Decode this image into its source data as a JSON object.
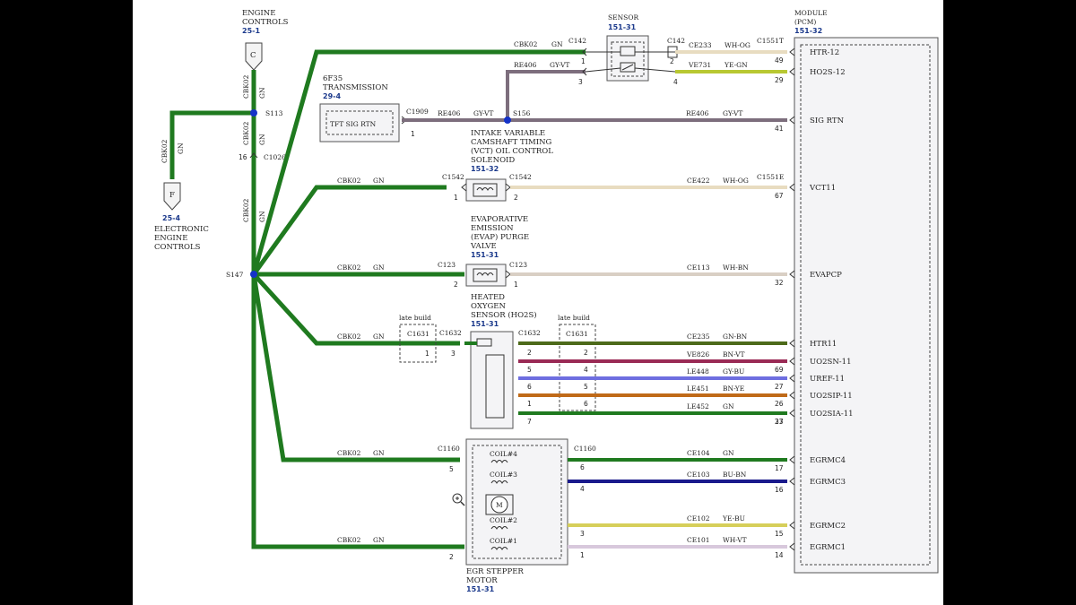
{
  "header": {
    "top_fragment": "",
    "sensor_partial": "SENSOR",
    "sensor_ref": "151-31",
    "module_partial_1": "MODULE",
    "module_partial_2": "(PCM)",
    "module_ref": "151-32"
  },
  "left": {
    "engine_controls_title": "ENGINE",
    "engine_controls_title2": "CONTROLS",
    "engine_controls_ref": "25-1",
    "connector_c": "C",
    "connector_f": "F",
    "electronic_ref": "25-4",
    "electronic_l1": "ELECTRONIC",
    "electronic_l2": "ENGINE",
    "electronic_l3": "CONTROLS",
    "s113": "S113",
    "c1026": "C1026",
    "c1026_pin": "16",
    "s147": "S147",
    "cbk02": "CBK02",
    "gn": "GN"
  },
  "transmission": {
    "l1": "6F35",
    "l2": "TRANSMISSION",
    "ref": "29-4",
    "box": "TFT SIG RTN",
    "conn": "C1909",
    "pin": "1"
  },
  "wires": {
    "top": {
      "circuit": "CBK02",
      "color": "GN",
      "conn": "C142"
    },
    "sensor_mid": {
      "circuit": "RE406",
      "color": "GY-VT"
    },
    "sigrtn": {
      "circuit": "RE406",
      "color": "GY-VT",
      "splice": "S156"
    },
    "sigrtn_r": {
      "circuit": "RE406",
      "color": "GY-VT"
    },
    "htr12": {
      "circuit": "CE233",
      "color": "WH-OG"
    },
    "ho2s12": {
      "circuit": "VE731",
      "color": "YE-GN"
    },
    "vct_left": {
      "circuit": "CBK02",
      "color": "GN",
      "conn": "C1542"
    },
    "vct_right": {
      "circuit": "CE422",
      "color": "WH-OG",
      "conn": "C1542"
    },
    "evap_left": {
      "circuit": "CBK02",
      "color": "GN",
      "conn": "C123"
    },
    "evap_right": {
      "circuit": "CE113",
      "color": "WH-BN",
      "conn": "C123"
    },
    "ho2s_left": {
      "circuit": "CBK02",
      "color": "GN",
      "conn": "C1632"
    },
    "htr11": {
      "circuit": "CE235",
      "color": "GN-BN"
    },
    "uo2sn": {
      "circuit": "VE826",
      "color": "BN-VT"
    },
    "uref": {
      "circuit": "LE448",
      "color": "GY-BU"
    },
    "uo2sip": {
      "circuit": "LE451",
      "color": "BN-YE"
    },
    "uo2sia": {
      "circuit": "LE452",
      "color": "GN"
    },
    "egr_top_left": {
      "circuit": "CBK02",
      "color": "GN",
      "conn": "C1160"
    },
    "egrmc4": {
      "circuit": "CE104",
      "color": "GN"
    },
    "egrmc3": {
      "circuit": "CE103",
      "color": "BU-BN"
    },
    "egrmc2": {
      "circuit": "CE102",
      "color": "YE-BU"
    },
    "egrmc1": {
      "circuit": "CE101",
      "color": "WH-VT"
    },
    "egr_bot_left": {
      "circuit": "CBK02",
      "color": "GN"
    }
  },
  "components": {
    "vct_l1": "INTAKE VARIABLE",
    "vct_l2": "CAMSHAFT TIMING",
    "vct_l3": "(VCT) OIL CONTROL",
    "vct_l4": "SOLENOID",
    "vct_ref": "151-32",
    "evap_l1": "EVAPORATIVE",
    "evap_l2": "EMISSION",
    "evap_l3": "(EVAP) PURGE",
    "evap_l4": "VALVE",
    "evap_ref": "151-31",
    "ho2s_l1": "HEATED",
    "ho2s_l2": "OXYGEN",
    "ho2s_l3": "SENSOR (HO2S)",
    "ho2s_ref": "151-31",
    "late_build": "late build",
    "c1631": "C1631",
    "c1632": "C1632",
    "egr_l1": "EGR STEPPER",
    "egr_l2": "MOTOR",
    "egr_ref": "151-31",
    "coil4": "COIL#4",
    "coil3": "COIL#3",
    "coil2": "COIL#2",
    "coil1": "COIL#1",
    "motor": "M",
    "egr_conn_r": "C1160"
  },
  "pcm": {
    "top_c": "C1551T",
    "vct_c": "C1551E",
    "pins": [
      {
        "label": "HTR-12",
        "pin": "49"
      },
      {
        "label": "HO2S-12",
        "pin": "29"
      },
      {
        "label": "SIG RTN",
        "pin": "41"
      },
      {
        "label": "VCT11",
        "pin": "67"
      },
      {
        "label": "EVAPCP",
        "pin": "32"
      },
      {
        "label": "HTR11",
        "pin": ""
      },
      {
        "label": "UO2SN-11",
        "pin": "69"
      },
      {
        "label": "UREF-11",
        "pin": "27"
      },
      {
        "label": "UO2SIP-11",
        "pin": "26"
      },
      {
        "label": "UO2SIA-11",
        "pin": "23"
      },
      {
        "label": "",
        "pin": "37"
      },
      {
        "label": "EGRMC4",
        "pin": "17"
      },
      {
        "label": "EGRMC3",
        "pin": "16"
      },
      {
        "label": "EGRMC2",
        "pin": "15"
      },
      {
        "label": "EGRMC1",
        "pin": "14"
      }
    ]
  },
  "colors": {
    "green": "#1f7a1f",
    "grayviolet": "#7d6e7d",
    "white_orange": "#e8dcc0",
    "yellow_green": "#b8c832",
    "green_brown": "#4d6a1a",
    "brown_violet": "#9a2a55",
    "gray_blue": "#6e6ee0",
    "brown_yellow": "#c06a18",
    "blue_brown": "#1a1a8c",
    "yellow_blue": "#d6cf5a",
    "white_violet": "#d8c8dc",
    "white_brown": "#d9cfc4"
  }
}
